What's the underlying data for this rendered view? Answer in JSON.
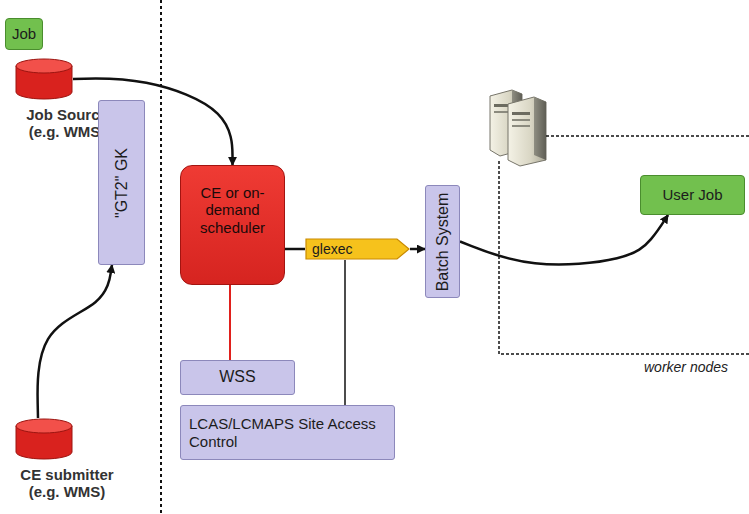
{
  "diagram": {
    "nodes": [
      {
        "text": [
          "Job"
        ]
      },
      {
        "text": [
          "Job Source (e.g. WMS)"
        ]
      },
      {
        "text": [
          "\"GT2\" GK"
        ]
      },
      {
        "text": [
          "CE submitter (e.g. WMS)"
        ]
      },
      {
        "text": [
          "CE or on-demand scheduler"
        ]
      },
      {
        "text": [
          "glexec"
        ]
      },
      {
        "text": [
          "WSS"
        ]
      },
      {
        "text": [
          "LCAS/LCMAPS Site Access Control"
        ]
      },
      {
        "text": [
          "Batch System"
        ]
      },
      {
        "text": [
          "worker nodes"
        ]
      },
      {
        "text": [
          "User Job"
        ],
        "in": 9
      }
    ],
    "edges": [
      {
        "from": 1,
        "to": 4,
        "arrow": "to"
      },
      {
        "from": 4,
        "to": 5,
        "arrow": "none"
      },
      {
        "from": 5,
        "to": 8,
        "arrow": "to"
      },
      {
        "from": 8,
        "to": 10,
        "arrow": "to"
      },
      {
        "from": 3,
        "to": 2,
        "arrow": "to"
      },
      {
        "from": 4,
        "to": 6,
        "arrow": "none"
      },
      {
        "from": 5,
        "to": 7,
        "arrow": "none"
      }
    ]
  }
}
